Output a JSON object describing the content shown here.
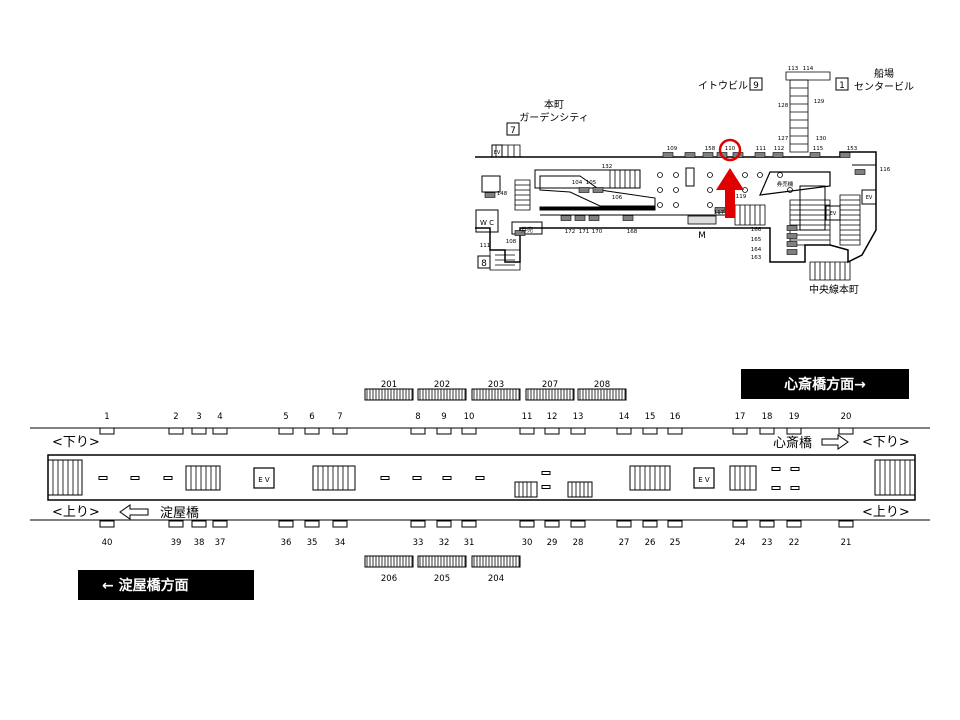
{
  "concourse": {
    "buildings": [
      {
        "id": "bld-ito",
        "name": "イトウビル",
        "exit": "9"
      },
      {
        "id": "bld-funaba",
        "name": "船場\nセンタービル",
        "exit": "1"
      },
      {
        "id": "bld-honmachi",
        "name": "本町\nガーデンシティ",
        "exit": "7"
      }
    ],
    "exit_label_8": "8",
    "chuo_line_label": "中央線本町",
    "mark_m": "M",
    "ticket_label": "券売",
    "ticket_label_2": "券売機",
    "wc_label": "W C",
    "ev_label": "EV",
    "highlighted_board": "110",
    "board_numbers": [
      "113",
      "114",
      "128",
      "129",
      "127",
      "130",
      "109",
      "158",
      "110",
      "111",
      "112",
      "115",
      "153",
      "116",
      "132",
      "104",
      "105",
      "106",
      "119",
      "172",
      "171",
      "170",
      "168",
      "117",
      "148",
      "111",
      "108",
      "166",
      "165",
      "164",
      "163"
    ]
  },
  "platform": {
    "direction_right": "心斎橋方面→",
    "direction_left": "← 淀屋橋方面",
    "track_top_label": "<下り>",
    "track_top_label_right": "<下り>",
    "track_bottom_label": "<上り>",
    "track_bottom_label_right": "<上り>",
    "shinsaibashi": "心斎橋",
    "yodoyabashi": "淀屋橋",
    "ev_label": "E V",
    "top_boards": [
      "1",
      "2",
      "3",
      "4",
      "5",
      "6",
      "7",
      "8",
      "9",
      "10",
      "11",
      "12",
      "13",
      "14",
      "15",
      "16",
      "17",
      "18",
      "19",
      "20"
    ],
    "bottom_boards": [
      "40",
      "39",
      "38",
      "37",
      "36",
      "35",
      "34",
      "33",
      "32",
      "31",
      "30",
      "29",
      "28",
      "27",
      "26",
      "25",
      "24",
      "23",
      "22",
      "21"
    ],
    "top_banners": [
      "201",
      "202",
      "203",
      "207",
      "208"
    ],
    "bottom_banners": [
      "206",
      "205",
      "204"
    ]
  },
  "colors": {
    "highlight": "#e00000",
    "panel": "#808080",
    "ink": "#000000"
  }
}
